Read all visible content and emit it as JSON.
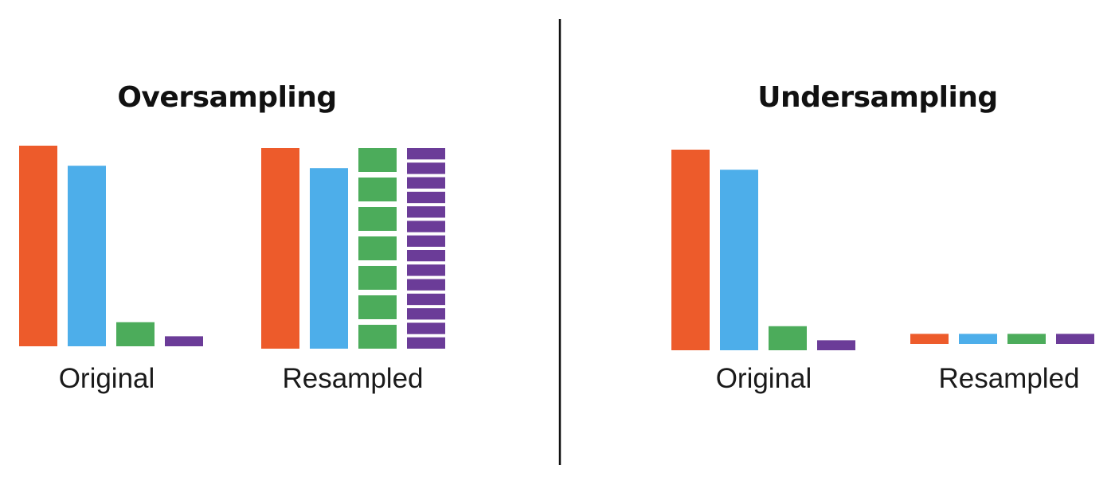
{
  "colors": {
    "orange": "#ED5B2B",
    "blue": "#4DAEEA",
    "green": "#4CAC5B",
    "purple": "#6B3C98",
    "divider": "#111111"
  },
  "panels": [
    {
      "title": "Oversampling",
      "groups": [
        {
          "label": "Original",
          "bars": [
            {
              "class": "orange",
              "value": 100
            },
            {
              "class": "blue",
              "value": 90
            },
            {
              "class": "green",
              "value": 12
            },
            {
              "class": "purple",
              "value": 5
            }
          ]
        },
        {
          "label": "Resampled",
          "bars": [
            {
              "class": "orange",
              "value": 100
            },
            {
              "class": "blue",
              "value": 90
            },
            {
              "class": "green",
              "value": 100,
              "stacked_copies": 7
            },
            {
              "class": "purple",
              "value": 100,
              "stacked_copies": 14
            }
          ]
        }
      ]
    },
    {
      "title": "Undersampling",
      "groups": [
        {
          "label": "Original",
          "bars": [
            {
              "class": "orange",
              "value": 100
            },
            {
              "class": "blue",
              "value": 90
            },
            {
              "class": "green",
              "value": 12
            },
            {
              "class": "purple",
              "value": 5
            }
          ]
        },
        {
          "label": "Resampled",
          "bars": [
            {
              "class": "orange",
              "value": 5
            },
            {
              "class": "blue",
              "value": 5
            },
            {
              "class": "green",
              "value": 5
            },
            {
              "class": "purple",
              "value": 5
            }
          ]
        }
      ]
    }
  ]
}
